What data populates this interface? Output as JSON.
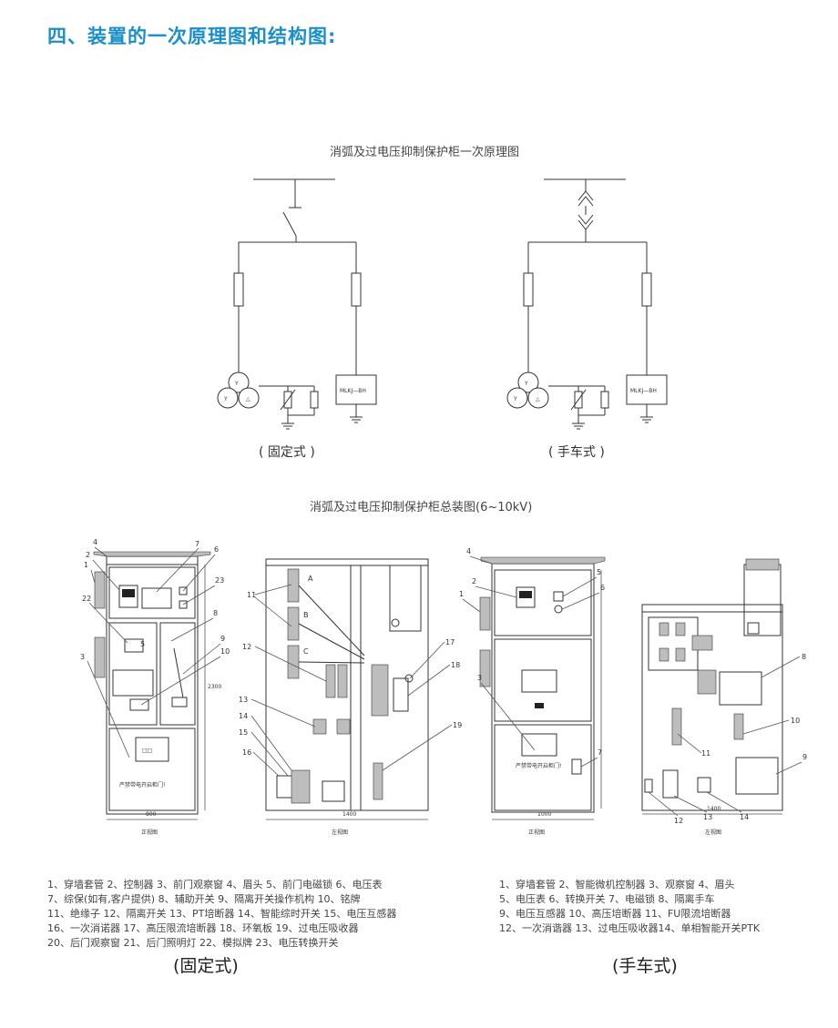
{
  "heading": "四、装置的一次原理图和结构图:",
  "schematic": {
    "title": "消弧及过电压抑制保护柜一次原理图",
    "left_label": "( 固定式 )",
    "right_label": "( 手车式 )",
    "box_text": "MLKJ—BH"
  },
  "assembly": {
    "title": "消弧及过电压抑制保护柜总装图(6~10kV)",
    "views": [
      "正视图",
      "左视图",
      "正视图",
      "左视图"
    ],
    "dims": [
      "800",
      "1400",
      "1000",
      "1400",
      "2300"
    ],
    "warning": "严禁带电开启柜门!",
    "fixed_numbers": [
      "1",
      "2",
      "3",
      "4",
      "5",
      "6",
      "7",
      "8",
      "9",
      "10",
      "11",
      "12",
      "13",
      "14",
      "15",
      "16",
      "17",
      "18",
      "19",
      "22",
      "23"
    ],
    "handcart_numbers": [
      "1",
      "2",
      "3",
      "4",
      "5",
      "6",
      "7",
      "8",
      "9",
      "10",
      "11",
      "12",
      "13",
      "14"
    ],
    "phase_letters": [
      "A",
      "B",
      "C"
    ]
  },
  "legend_fixed": [
    "1、穿墙套管   2、控制器 3、前门观察窗 4、眉头 5、前门电磁锁 6、电压表",
    "7、综保(如有,客户提供)   8、辅助开关    9、隔离开关操作机构  10、铭牌",
    "11、绝缘子 12、隔离开关 13、PT培断器 14、智能综时开关 15、电压互感器",
    "16、一次消诺器 17、高压限流培断器 18、环氧板 19、过电压吸收器",
    "20、后门观察窗   21、后门照明灯      22、模拟牌 23、电压转换开关"
  ],
  "legend_handcart": [
    "1、穿墙套管 2、智能微机控制器 3、观察窗 4、眉头",
    "5、电压表    6、转换开关          7、电磁锁 8、隔离手车",
    "9、电压互感器 10、高压培断器 11、FU限流培断器",
    "12、一次消谐器    13、过电压吸收器14、单相智能开关PTK"
  ],
  "caption_fixed": "(固定式)",
  "caption_handcart": "(手车式)"
}
